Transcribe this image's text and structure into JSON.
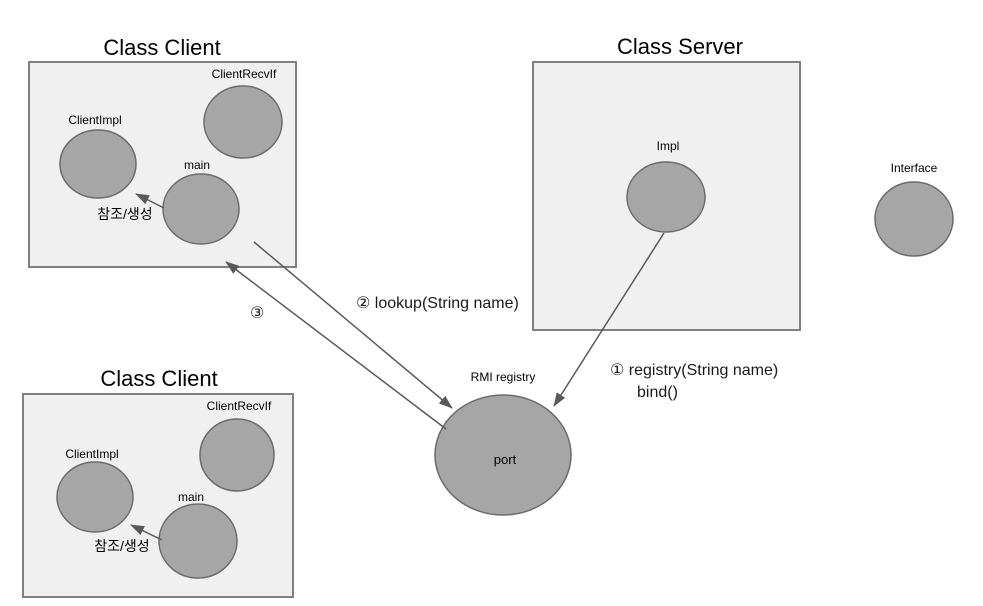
{
  "colors": {
    "background": "#ffffff",
    "box_fill": "#f0f0f0",
    "box_border": "#808080",
    "node_fill": "#a6a6a6",
    "node_border": "#6b6b6b",
    "arrow": "#595959",
    "text": "#000000"
  },
  "client_top": {
    "title": "Class Client",
    "nodes": {
      "client_recv_if": "ClientRecvIf",
      "client_impl": "ClientImpl",
      "main": "main"
    },
    "ref_arrow_label": "참조/생성"
  },
  "client_bottom": {
    "title": "Class Client",
    "nodes": {
      "client_recv_if": "ClientRecvIf",
      "client_impl": "ClientImpl",
      "main": "main"
    },
    "ref_arrow_label": "참조/생성"
  },
  "server": {
    "title": "Class Server",
    "node_impl": "Impl"
  },
  "interface": {
    "label": "Interface"
  },
  "registry": {
    "label": "RMI registry",
    "node_port": "port"
  },
  "calls": {
    "lookup": "② lookup(String name)",
    "return_step": "③",
    "register_line1": "① registry(String name)",
    "register_line2": "bind()"
  }
}
